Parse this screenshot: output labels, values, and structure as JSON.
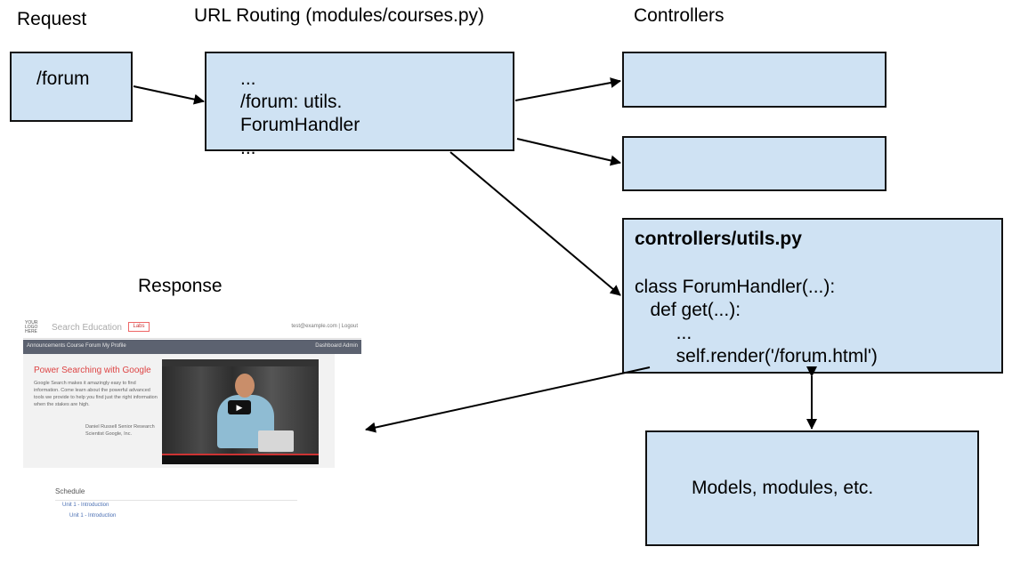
{
  "labels": {
    "request": "Request",
    "routing": "URL Routing (modules/courses.py)",
    "controllers": "Controllers",
    "response": "Response"
  },
  "request_box": {
    "text": "/forum"
  },
  "routing_box": {
    "lines": [
      "...",
      "/forum: utils.",
      "ForumHandler",
      "..."
    ]
  },
  "utils_box": {
    "title": "controllers/utils.py",
    "lines": [
      "class ForumHandler(...):",
      "   def get(...):",
      "        ...",
      "        self.render('/forum.html')"
    ]
  },
  "models_box": {
    "text": "Models, modules, etc."
  },
  "response_shot": {
    "logo": "YOUR LOGO HERE",
    "search": "Search Education",
    "badge": "Labs",
    "user": "test@example.com | Logout",
    "nav_left": "Announcements   Course   Forum   My Profile",
    "nav_right": "Dashboard   Admin",
    "title": "Power Searching with Google",
    "paragraph": "Google Search makes it amazingly easy to find information. Come learn about the powerful advanced tools we provide to help you find just the right information when the stakes are high.",
    "signature": "Daniel Russell Senior Research Scientist Google, Inc.",
    "schedule": "Schedule",
    "items": [
      "Unit 1 - Introduction",
      "Unit 1 - Introduction"
    ]
  },
  "colors": {
    "box_fill": "#cfe2f3",
    "box_border": "#111111",
    "arrow": "#000000"
  }
}
